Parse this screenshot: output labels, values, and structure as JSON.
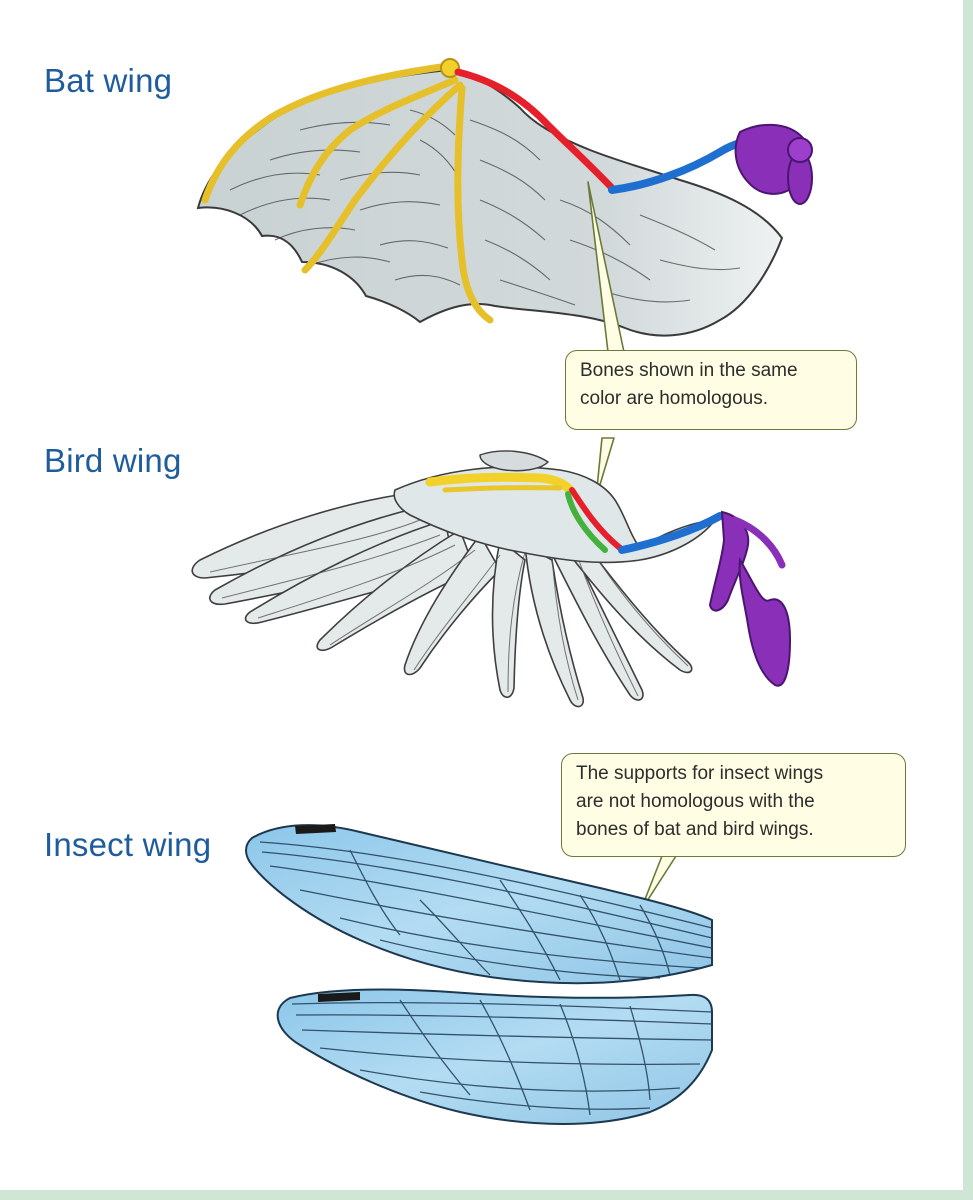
{
  "labels": {
    "bat": "Bat wing",
    "bird": "Bird wing",
    "insect": "Insect wing"
  },
  "callouts": {
    "homologous_line1": "Bones shown in the same",
    "homologous_line2": "color are homologous.",
    "insect_line1": "The supports for insect wings",
    "insect_line2": "are not homologous with the",
    "insect_line3": "bones of bat and bird wings."
  },
  "colors": {
    "label_blue": "#1f5c9e",
    "bone_yellow": "#f2d22a",
    "bone_red": "#e5202a",
    "bone_blue": "#1f6fd0",
    "bone_purple": "#8a2fb8",
    "bone_green": "#43b13a",
    "membrane_gray": "#cdd5d6",
    "insect_blue": "#9fd0ee",
    "callout_bg": "#fffde3"
  }
}
